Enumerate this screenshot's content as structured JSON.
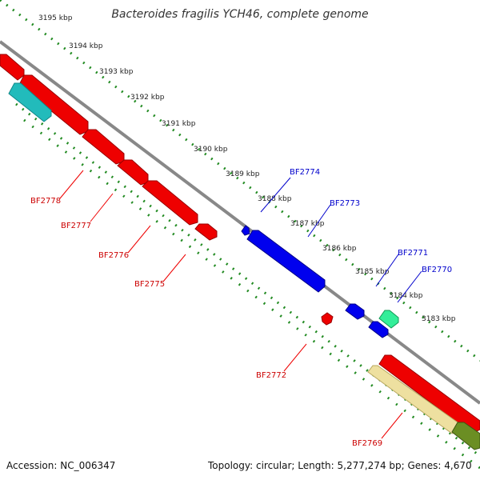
{
  "title": "Bacteroides fragilis YCH46, complete genome",
  "footer": {
    "accession": "Accession: NC_006347",
    "topology": "Topology: circular; Length: 5,277,274 bp; Genes: 4,670"
  },
  "colors": {
    "forward": "#0000ee",
    "reverse": "#ee0000",
    "teal": "#22bbbb",
    "mint": "#33ee99",
    "khaki": "#eee0a0",
    "olive": "#6b8e23",
    "backbone": "#888888",
    "dots": "#228b22"
  },
  "kbp_ticks": [
    "3195 kbp",
    "3194 kbp",
    "3193 kbp",
    "3192 kbp",
    "3191 kbp",
    "3190 kbp",
    "3189 kbp",
    "3188 kbp",
    "3187 kbp",
    "3186 kbp",
    "3185 kbp",
    "3184 kbp",
    "3183 kbp"
  ],
  "forward_labels": [
    "BF2774",
    "BF2773",
    "BF2771",
    "BF2770"
  ],
  "reverse_labels": [
    "BF2778",
    "BF2777",
    "BF2776",
    "BF2775",
    "BF2772",
    "BF2769"
  ]
}
